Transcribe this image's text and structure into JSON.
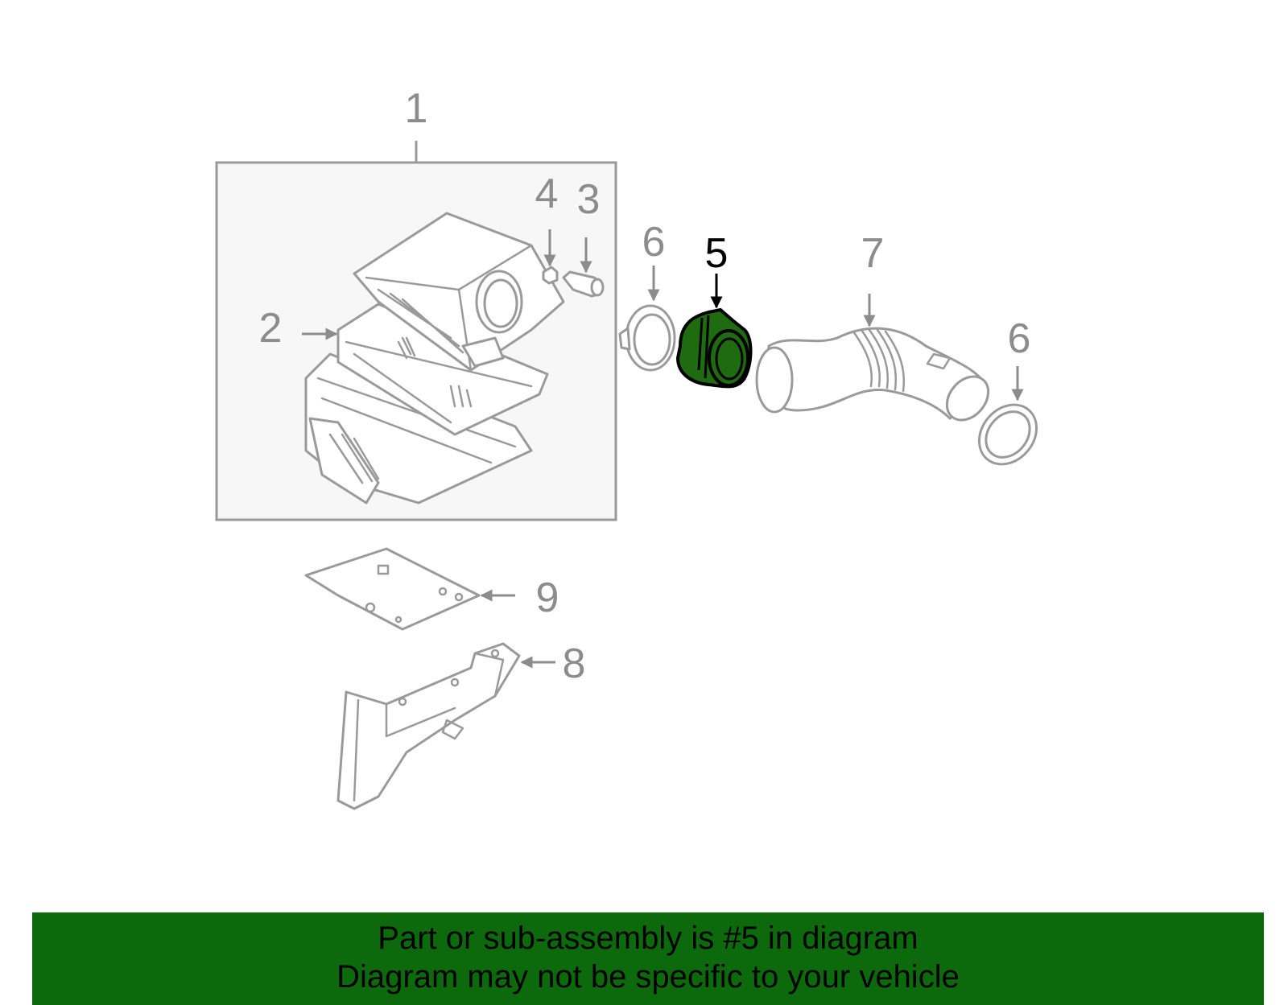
{
  "diagram": {
    "callouts": [
      {
        "id": "1",
        "label": "1"
      },
      {
        "id": "2",
        "label": "2"
      },
      {
        "id": "3",
        "label": "3"
      },
      {
        "id": "4",
        "label": "4"
      },
      {
        "id": "5",
        "label": "5"
      },
      {
        "id": "6a",
        "label": "6"
      },
      {
        "id": "6b",
        "label": "6"
      },
      {
        "id": "7",
        "label": "7"
      },
      {
        "id": "8",
        "label": "8"
      },
      {
        "id": "9",
        "label": "9"
      }
    ],
    "highlighted_part": "5",
    "colors": {
      "highlight_fill": "#1f6b10",
      "line_gray": "#9a9a9a",
      "label_gray": "#8c8c8c",
      "footer_bg": "#0c6a0c"
    }
  },
  "footer": {
    "line1": "Part or sub-assembly is #5 in diagram",
    "line2": "Diagram may not be specific to your vehicle"
  }
}
